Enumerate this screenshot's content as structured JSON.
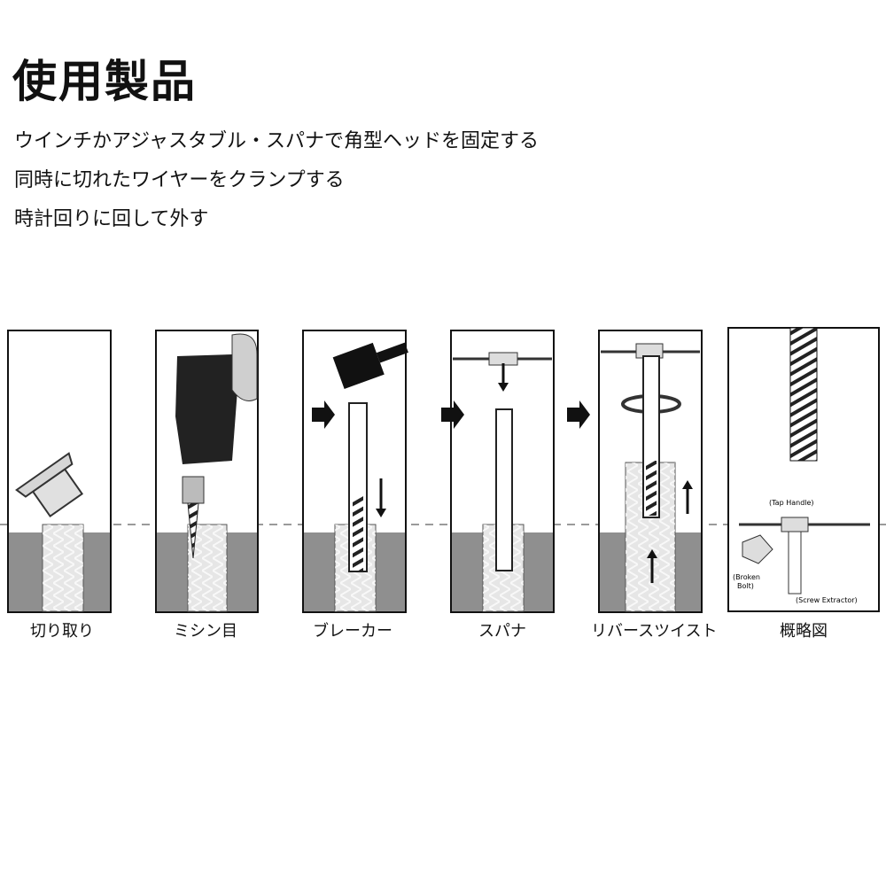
{
  "title": "使用製品",
  "steps": [
    "ウインチかアジャスタブル・スパナで角型ヘッドを固定する",
    "同時に切れたワイヤーをクランプする",
    "時計回りに回して外す"
  ],
  "panels": [
    {
      "caption": "切り取り"
    },
    {
      "caption": "ミシン目"
    },
    {
      "caption": "ブレーカー"
    },
    {
      "caption": "スパナ"
    },
    {
      "caption": "リバースツイスト"
    },
    {
      "caption": "概略図"
    }
  ],
  "schematic_labels": {
    "tap_handle": "(Tap Handle)",
    "broken_bolt_1": "(Broken",
    "broken_bolt_2": "Bolt)",
    "screw_extractor": "(Screw Extractor)"
  },
  "colors": {
    "metal": "#8f8f8f",
    "ink": "#111111"
  }
}
